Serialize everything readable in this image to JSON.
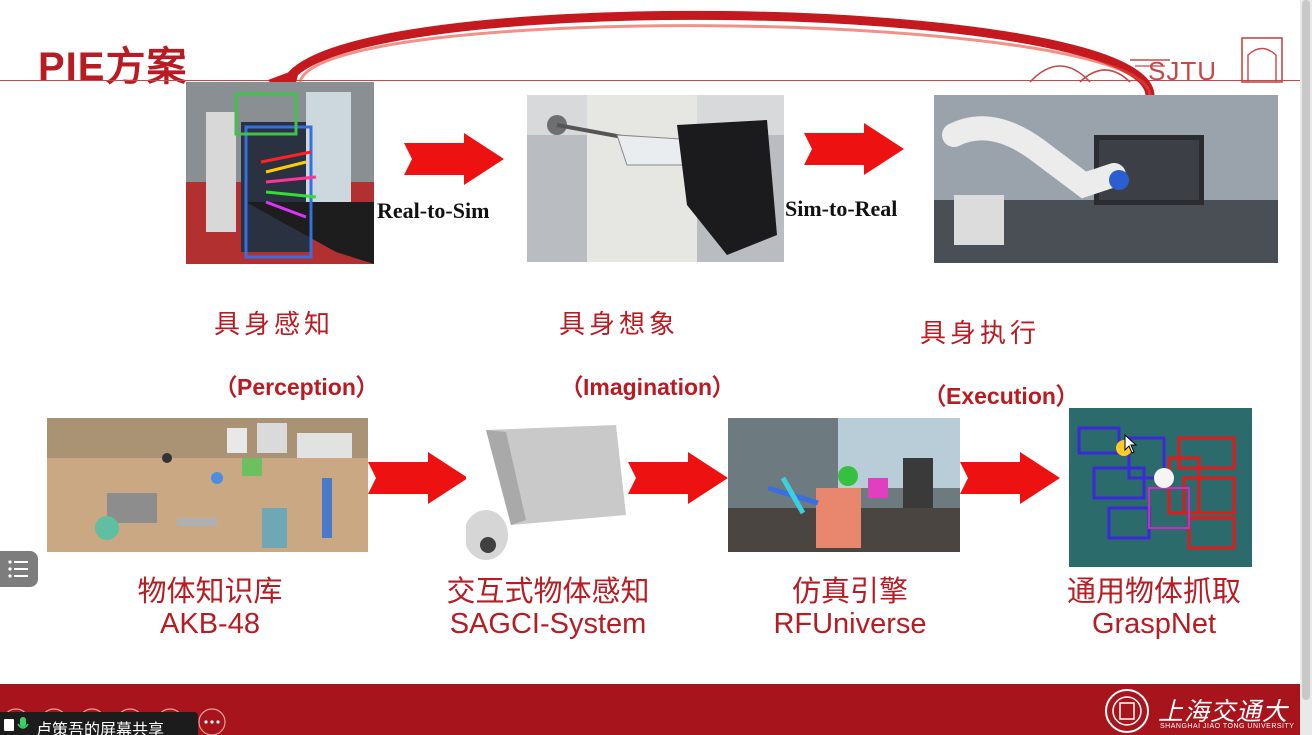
{
  "slide": {
    "title": "PIE方案",
    "logo_text": "SJTU"
  },
  "top_row": {
    "arrow1_label": "Real-to-Sim",
    "arrow2_label": "Sim-to-Real"
  },
  "stages": [
    {
      "zh": "具身感知",
      "en": "（Perception）"
    },
    {
      "zh": "具身想象",
      "en": "（Imagination）"
    },
    {
      "zh": "具身执行",
      "en": "（Execution）"
    }
  ],
  "systems": [
    {
      "zh": "物体知识库",
      "en": "AKB-48"
    },
    {
      "zh": "交互式物体感知",
      "en": "SAGCI-System"
    },
    {
      "zh": "仿真引擎",
      "en": "RFUniverse"
    },
    {
      "zh": "通用物体抓取",
      "en": "GraspNet"
    }
  ],
  "footer": {
    "university_name": "上海交通大学",
    "university_sub": "SHANGHAI JIAO TONG UNIVERSITY"
  },
  "screen_share": {
    "label": "卢策吾的屏幕共享"
  },
  "colors": {
    "accent": "#b81c22",
    "footer": "#a8141c",
    "arrow": "#ee1111"
  }
}
